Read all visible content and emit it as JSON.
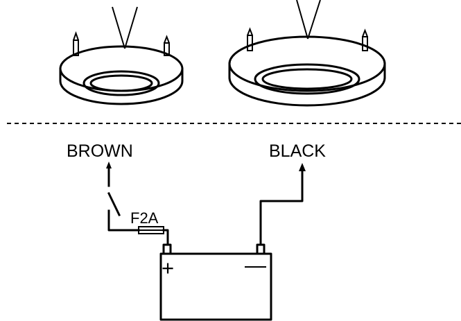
{
  "labels": {
    "brown": "BROWN",
    "black": "BLACK",
    "fuse": "F2A",
    "plus": "+",
    "minus": "—"
  },
  "colors": {
    "line": "#000000",
    "background": "#ffffff"
  }
}
